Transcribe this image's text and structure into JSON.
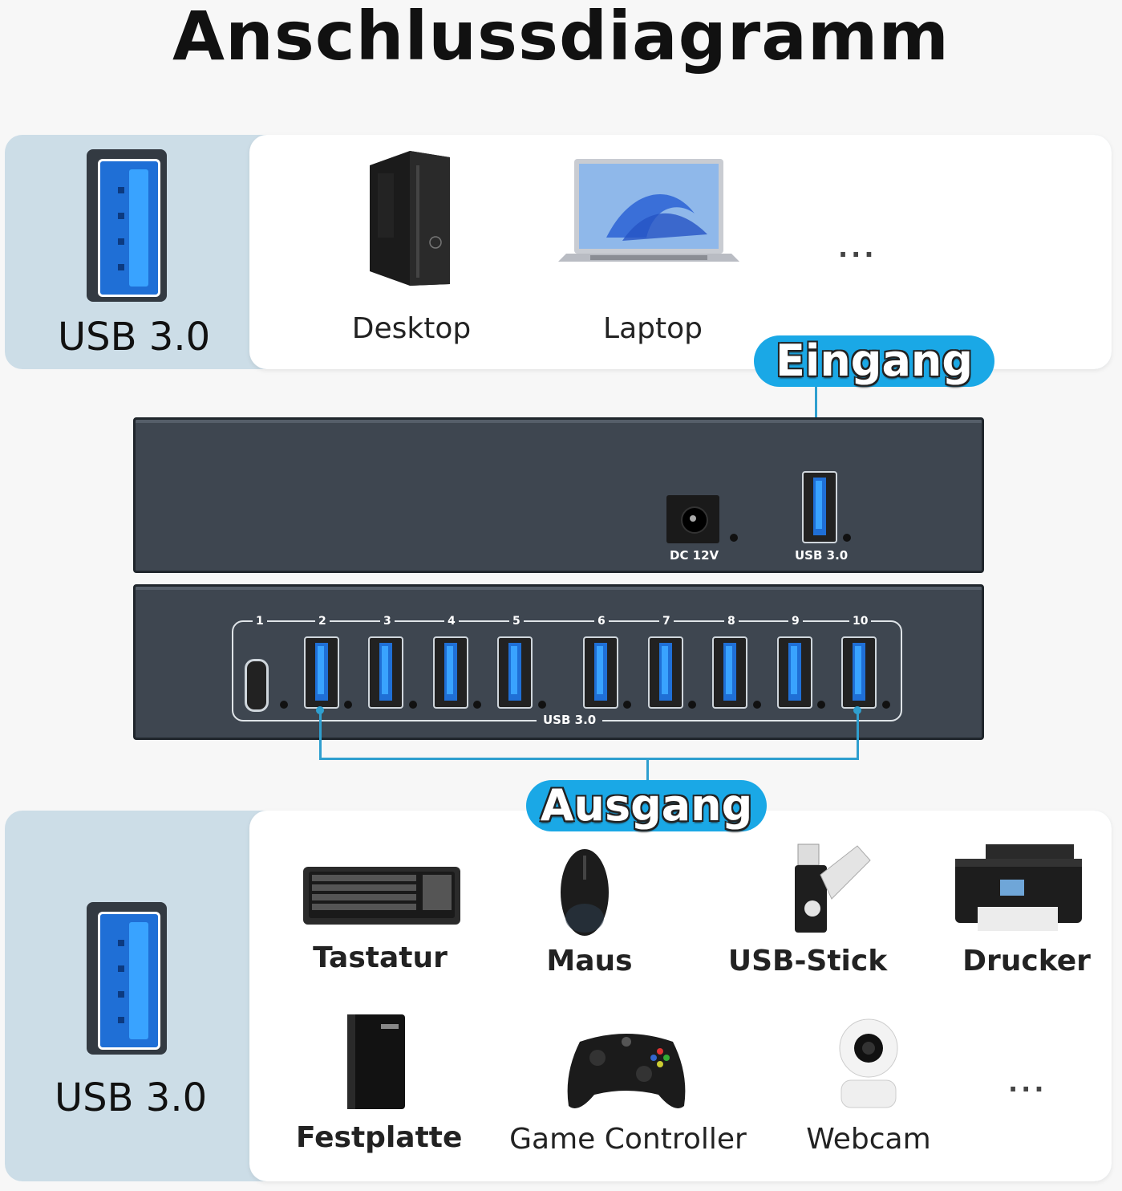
{
  "title": "Anschlussdiagramm",
  "input_section": {
    "usb_label": "USB 3.0",
    "devices": [
      "Desktop",
      "Laptop"
    ],
    "more": "..."
  },
  "input_pill": "Eingang",
  "hub": {
    "dc_label": "DC 12V",
    "input_port_label": "USB 3.0",
    "port_numbers": [
      "1",
      "2",
      "3",
      "4",
      "5",
      "6",
      "7",
      "8",
      "9",
      "10"
    ],
    "output_ports_label": "USB 3.0"
  },
  "output_pill": "Ausgang",
  "output_section": {
    "usb_label": "USB 3.0",
    "devices_row1": [
      "Tastatur",
      "Maus",
      "USB-Stick",
      "Drucker"
    ],
    "devices_row2": [
      "Festplatte",
      "Game Controller",
      "Webcam"
    ],
    "more": "..."
  },
  "colors": {
    "accent": "#1aa8e6",
    "hub": "#3e4650",
    "band": "#ccdde7",
    "usb_blue": "#1f6fd6"
  },
  "icons": [
    "desktop-tower-icon",
    "laptop-icon",
    "keyboard-icon",
    "mouse-icon",
    "usb-stick-icon",
    "printer-icon",
    "hard-drive-icon",
    "game-controller-icon",
    "webcam-icon",
    "usb-port-icon"
  ]
}
